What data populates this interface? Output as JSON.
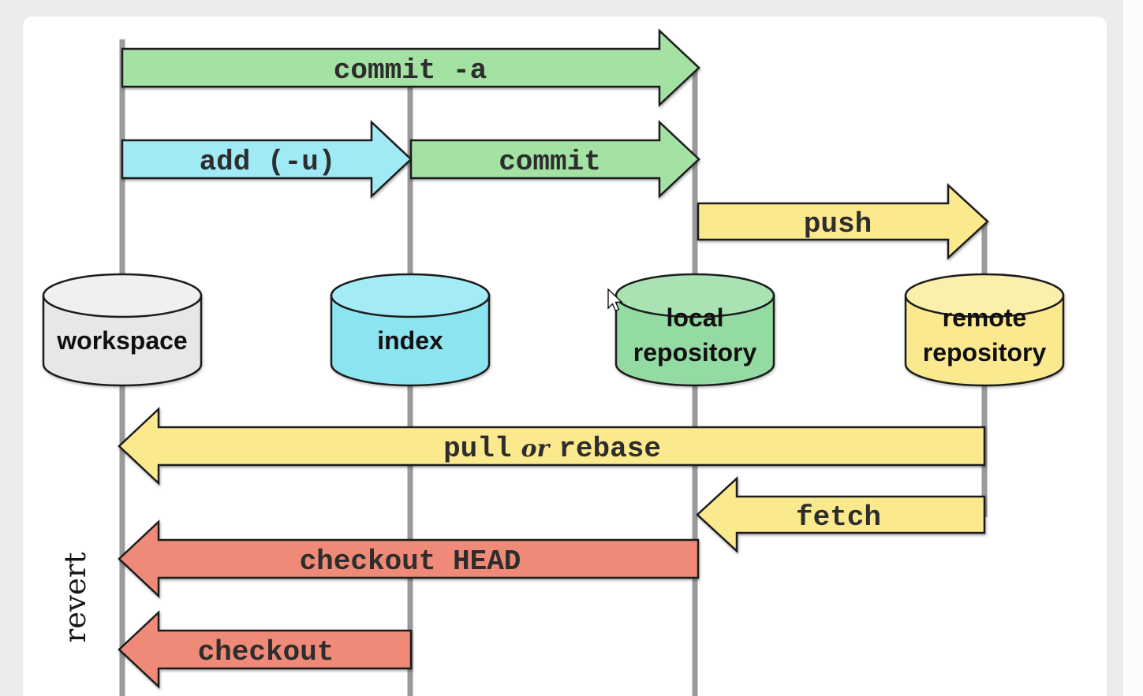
{
  "canvas": {
    "background_color": "#ececec",
    "panel_color": "#ffffff",
    "lifeline_color": "#9a9a9a",
    "outline_color": "#1c1c1c"
  },
  "arrows": [
    {
      "name": "commit-a",
      "label": "commit -a",
      "color": "#a4e2a4",
      "direction": "right",
      "from": "workspace",
      "to": "local repository"
    },
    {
      "name": "add-u",
      "label": "add (-u)",
      "color": "#a0eaf6",
      "direction": "right",
      "from": "workspace",
      "to": "index"
    },
    {
      "name": "commit",
      "label": "commit",
      "color": "#a4e2a4",
      "direction": "right",
      "from": "index",
      "to": "local repository"
    },
    {
      "name": "push",
      "label": "push",
      "color": "#fbe98e",
      "direction": "right",
      "from": "local repository",
      "to": "remote repository"
    },
    {
      "name": "pull-or-rebase",
      "label": "pull or rebase",
      "label_parts": [
        "pull",
        "or",
        "rebase"
      ],
      "color": "#fbe98e",
      "direction": "left",
      "from": "remote repository",
      "to": "workspace"
    },
    {
      "name": "fetch",
      "label": "fetch",
      "color": "#fbe98e",
      "direction": "left",
      "from": "remote repository",
      "to": "local repository"
    },
    {
      "name": "checkout-head",
      "label": "checkout HEAD",
      "color": "#ee8a77",
      "direction": "left",
      "from": "local repository",
      "to": "workspace"
    },
    {
      "name": "checkout",
      "label": "checkout",
      "color": "#ee8a77",
      "direction": "left",
      "from": "index",
      "to": "workspace"
    }
  ],
  "stores": [
    {
      "name": "workspace",
      "line1": "workspace",
      "color": "#e7e7e7",
      "top_color": "#f0f0f0"
    },
    {
      "name": "index",
      "line1": "index",
      "color": "#8ce4f1",
      "top_color": "#a4ebf5"
    },
    {
      "name": "local-repository",
      "line1": "local",
      "line2": "repository",
      "color": "#93dba3",
      "top_color": "#a9e3b3"
    },
    {
      "name": "remote-repository",
      "line1": "remote",
      "line2": "repository",
      "color": "#fae98f",
      "top_color": "#fbefac"
    }
  ],
  "side_label": "revert"
}
